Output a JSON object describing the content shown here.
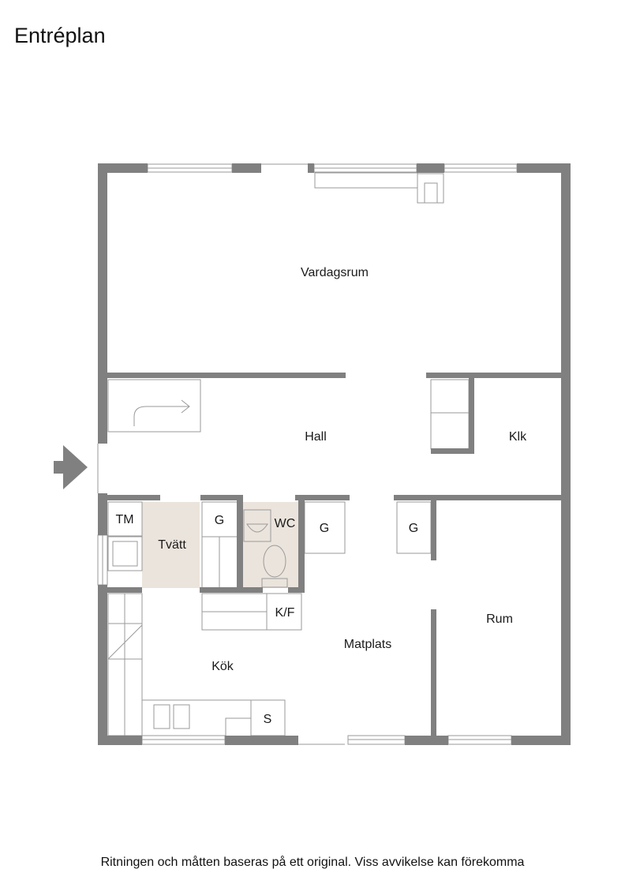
{
  "page": {
    "title": "Entréplan",
    "footer": "Ritningen och måtten baseras på ett original. Viss avvikelse kan förekomma"
  },
  "colors": {
    "wall": "#808080",
    "fixture_line": "#9a9a9a",
    "laundry_fill": "#ebe4dc",
    "wc_fill": "#ebe4dc",
    "arrow": "#808080"
  },
  "rooms": {
    "vardagsrum": "Vardagsrum",
    "hall": "Hall",
    "klk": "Klk",
    "tm": "TM",
    "tvatt": "Tvätt",
    "g1": "G",
    "wc": "WC",
    "g2": "G",
    "g3": "G",
    "kf": "K/F",
    "matplats": "Matplats",
    "rum": "Rum",
    "kok": "Kök",
    "s": "S"
  },
  "icons": {
    "entrance": "entrance-arrow-icon",
    "stairs": "stair-arrow-icon",
    "stove": "stove-icon",
    "sink": "sink-icon",
    "toilet": "toilet-icon",
    "fireplace": "fireplace-icon",
    "washer": "washing-machine-icon"
  }
}
